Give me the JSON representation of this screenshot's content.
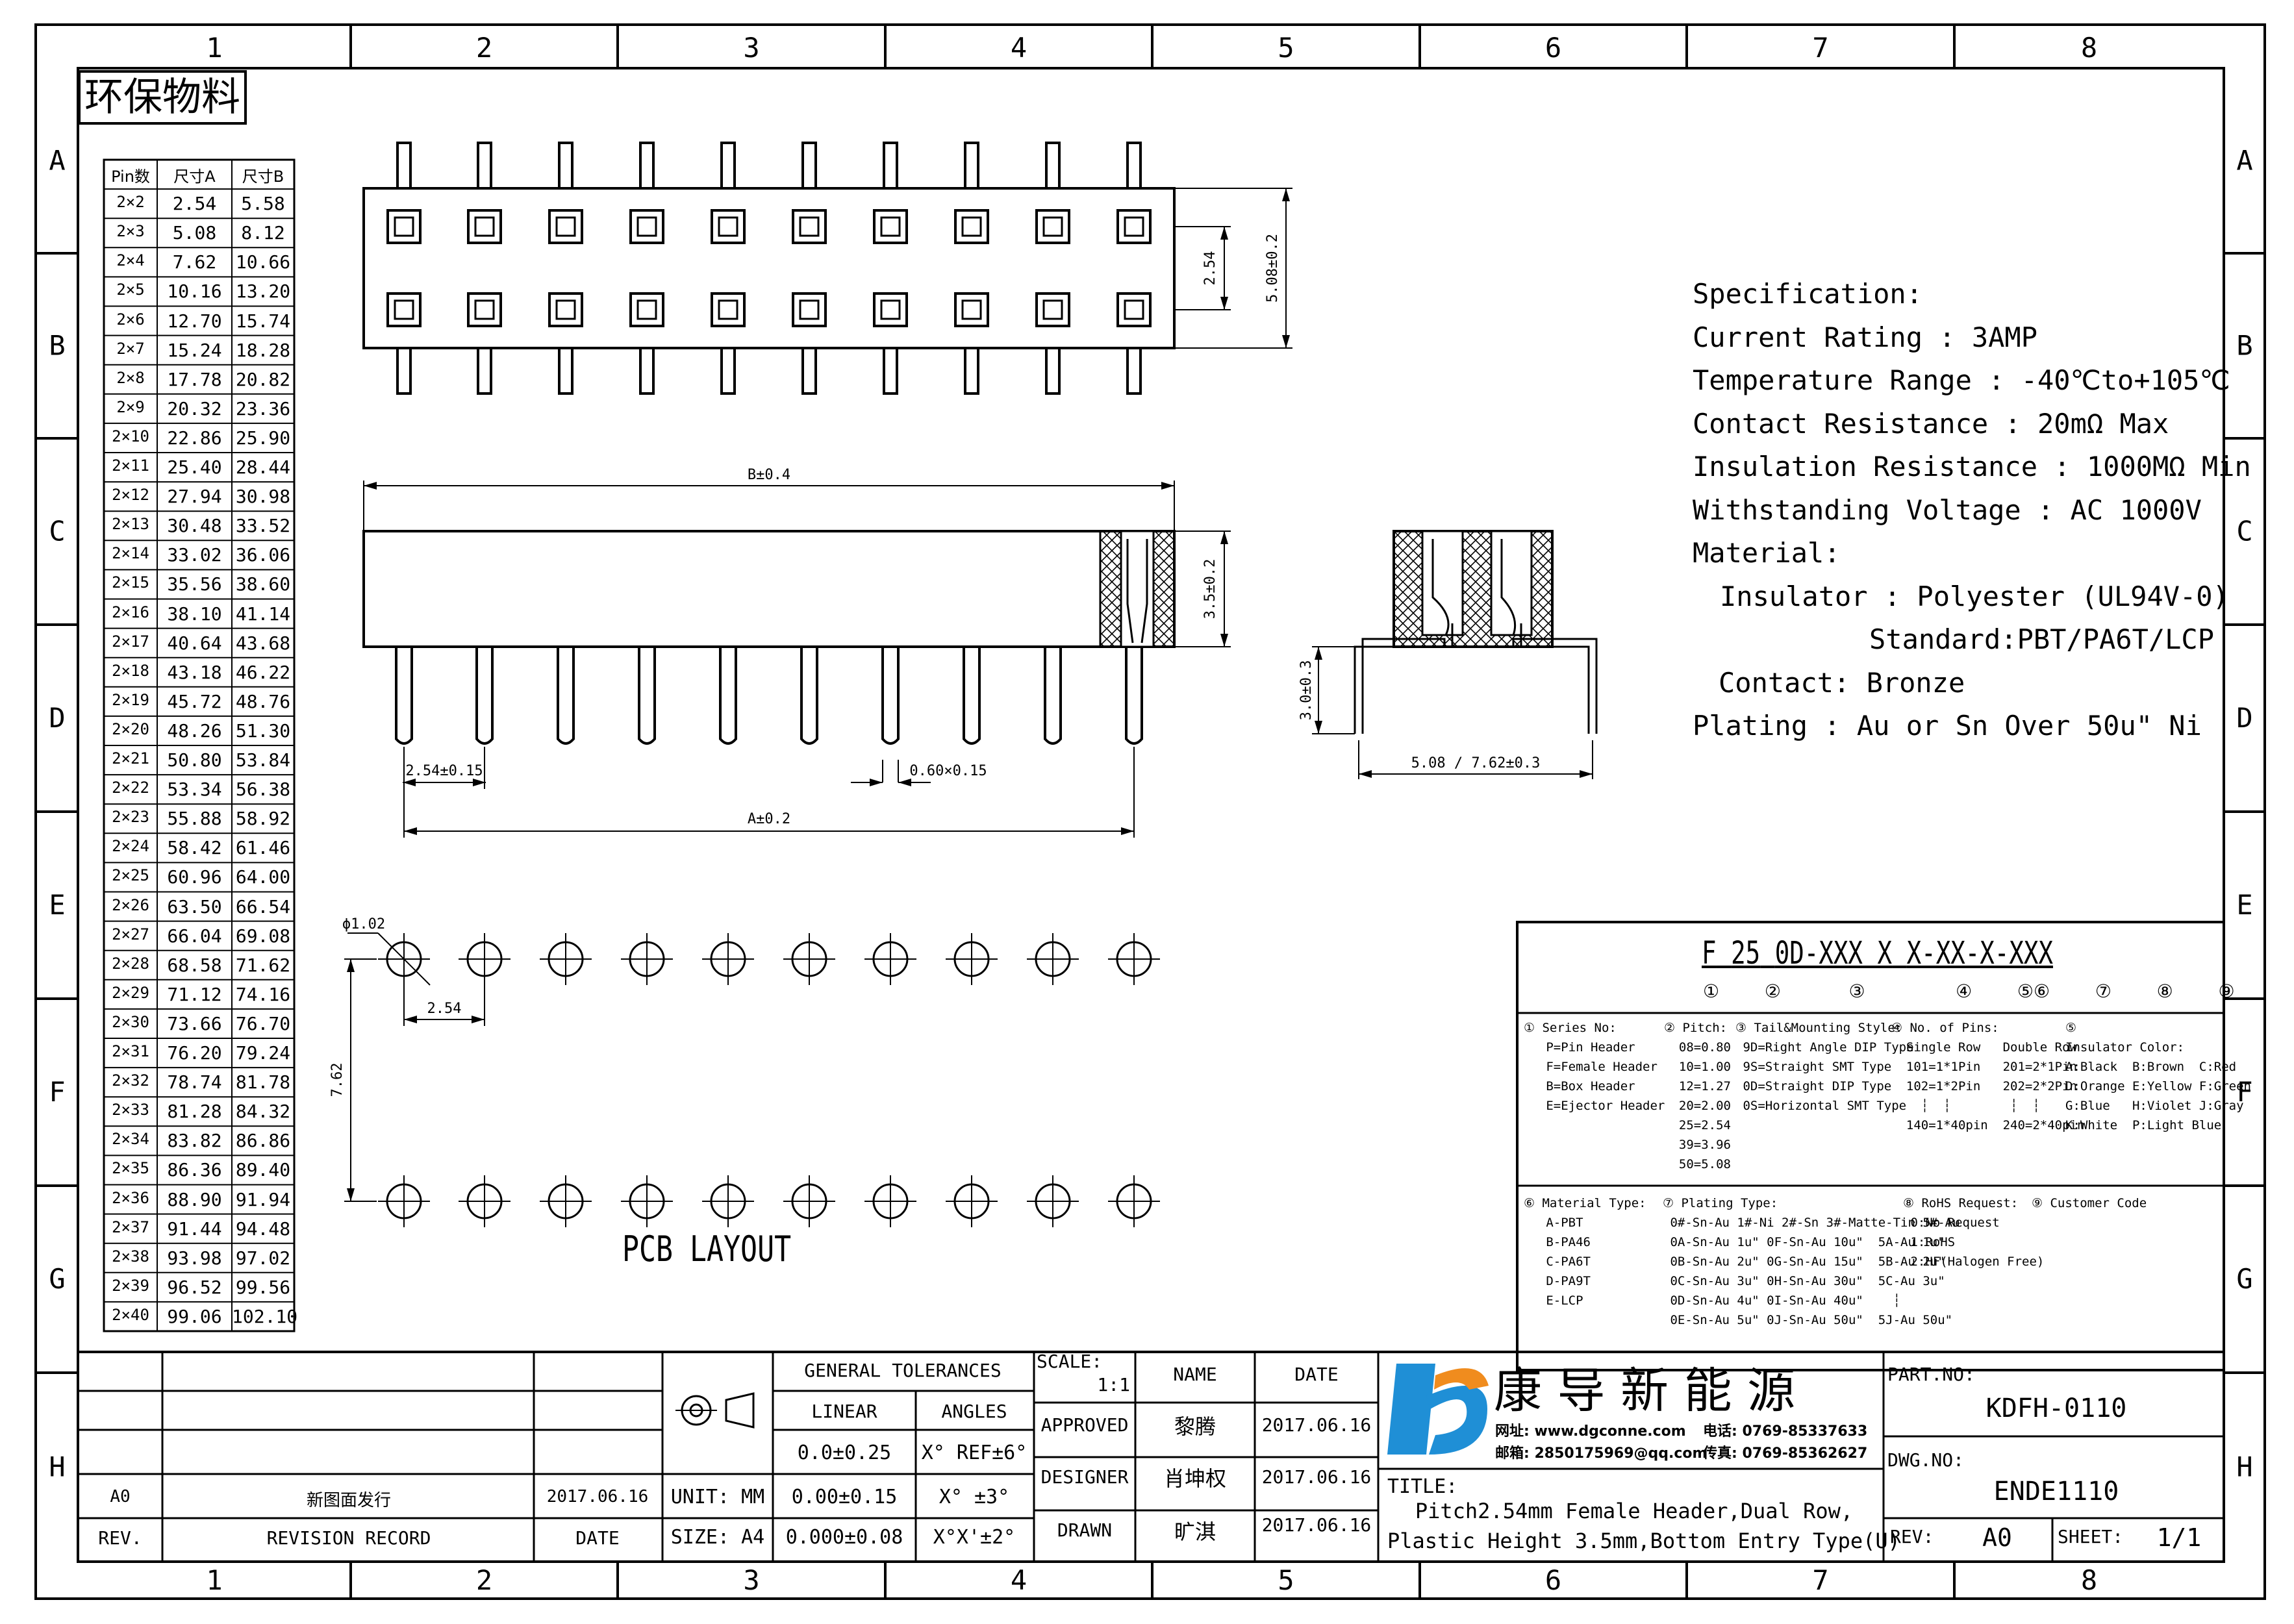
{
  "stamp": "环保物料",
  "zones": {
    "cols": [
      "1",
      "2",
      "3",
      "4",
      "5",
      "6",
      "7",
      "8"
    ],
    "rows": [
      "A",
      "B",
      "C",
      "D",
      "E",
      "F",
      "G",
      "H"
    ]
  },
  "pin_table": {
    "headers": [
      "Pin数",
      "尺寸A",
      "尺寸B"
    ],
    "rows": [
      [
        "2×2",
        "2.54",
        "5.58"
      ],
      [
        "2×3",
        "5.08",
        "8.12"
      ],
      [
        "2×4",
        "7.62",
        "10.66"
      ],
      [
        "2×5",
        "10.16",
        "13.20"
      ],
      [
        "2×6",
        "12.70",
        "15.74"
      ],
      [
        "2×7",
        "15.24",
        "18.28"
      ],
      [
        "2×8",
        "17.78",
        "20.82"
      ],
      [
        "2×9",
        "20.32",
        "23.36"
      ],
      [
        "2×10",
        "22.86",
        "25.90"
      ],
      [
        "2×11",
        "25.40",
        "28.44"
      ],
      [
        "2×12",
        "27.94",
        "30.98"
      ],
      [
        "2×13",
        "30.48",
        "33.52"
      ],
      [
        "2×14",
        "33.02",
        "36.06"
      ],
      [
        "2×15",
        "35.56",
        "38.60"
      ],
      [
        "2×16",
        "38.10",
        "41.14"
      ],
      [
        "2×17",
        "40.64",
        "43.68"
      ],
      [
        "2×18",
        "43.18",
        "46.22"
      ],
      [
        "2×19",
        "45.72",
        "48.76"
      ],
      [
        "2×20",
        "48.26",
        "51.30"
      ],
      [
        "2×21",
        "50.80",
        "53.84"
      ],
      [
        "2×22",
        "53.34",
        "56.38"
      ],
      [
        "2×23",
        "55.88",
        "58.92"
      ],
      [
        "2×24",
        "58.42",
        "61.46"
      ],
      [
        "2×25",
        "60.96",
        "64.00"
      ],
      [
        "2×26",
        "63.50",
        "66.54"
      ],
      [
        "2×27",
        "66.04",
        "69.08"
      ],
      [
        "2×28",
        "68.58",
        "71.62"
      ],
      [
        "2×29",
        "71.12",
        "74.16"
      ],
      [
        "2×30",
        "73.66",
        "76.70"
      ],
      [
        "2×31",
        "76.20",
        "79.24"
      ],
      [
        "2×32",
        "78.74",
        "81.78"
      ],
      [
        "2×33",
        "81.28",
        "84.32"
      ],
      [
        "2×34",
        "83.82",
        "86.86"
      ],
      [
        "2×35",
        "86.36",
        "89.40"
      ],
      [
        "2×36",
        "88.90",
        "91.94"
      ],
      [
        "2×37",
        "91.44",
        "94.48"
      ],
      [
        "2×38",
        "93.98",
        "97.02"
      ],
      [
        "2×39",
        "96.52",
        "99.56"
      ],
      [
        "2×40",
        "99.06",
        "102.10"
      ]
    ]
  },
  "dims": {
    "pitch_v": "2.54",
    "height_top": "5.08±0.2",
    "b_len": "B±0.4",
    "body_h": "3.5±0.2",
    "pitch_h": "2.54±0.15",
    "pin_w": "0.60×0.15",
    "a_len": "A±0.2",
    "side_h": "3.0±0.3",
    "side_w": "5.08 / 7.62±0.3",
    "hole": "ϕ1.02",
    "pcb_pitch": "2.54",
    "pcb_row": "7.62"
  },
  "pcb_label": "PCB LAYOUT",
  "spec": {
    "title": "Specification:",
    "current": "Current Rating : 3AMP",
    "temp": "Temperature Range : -40℃to+105℃",
    "contact_res": "Contact Resistance : 20mΩ Max",
    "insul_res": "Insulation Resistance : 1000MΩ Min",
    "voltage": "Withstanding Voltage : AC 1000V",
    "material": "Material:",
    "insulator": "Insulator : Polyester (UL94V-0)",
    "standard": "Standard:PBT/PA6T/LCP",
    "contact": "Contact: Bronze",
    "plating": "Plating : Au or Sn Over 50u\" Ni"
  },
  "partcode": {
    "segments": [
      "F",
      "25",
      "0D-XXX",
      "X",
      "X-XX-X-XXX"
    ],
    "circles": [
      "①",
      "②",
      "③",
      "④",
      "⑤⑥",
      "⑦",
      "⑧",
      "⑨"
    ],
    "series": "① Series No:\n   P=Pin Header\n   F=Female Header\n   B=Box Header\n   E=Ejector Header",
    "pitch": "② Pitch:\n  08=0.80\n  10=1.00\n  12=1.27\n  20=2.00\n  25=2.54\n  39=3.96\n  50=5.08",
    "tail": "③ Tail&Mounting Style:\n 9D=Right Angle DIP Type\n 9S=Straight SMT Type\n 0D=Straight DIP Type\n 0S=Horizontal SMT Type",
    "pins": "④ No. of Pins:\n  Single Row   Double Row\n  101=1*1Pin   201=2*1Pin\n  102=1*2Pin   202=2*2Pin\n    ┆  ┆        ┆  ┆\n  140=1*40pin  240=2*40pin",
    "color": "⑤\nInsulator Color:\nA:Black  B:Brown  C:Red\nD:Orange E:Yellow F:Green\nG:Blue   H:Violet J:Gray\nK:White  P:Light Blue",
    "mat": "⑥ Material Type:\n   A-PBT\n   B-PA46\n   C-PA6T\n   D-PA9T\n   E-LCP",
    "plating": "⑦ Plating Type:\n 0#-Sn-Au 1#-Ni 2#-Sn 3#-Matte-Tin 5#-Au\n 0A-Sn-Au 1u\" 0F-Sn-Au 10u\"  5A-Au 1u\"\n 0B-Sn-Au 2u\" 0G-Sn-Au 15u\"  5B-Au 2u\"\n 0C-Sn-Au 3u\" 0H-Sn-Au 30u\"  5C-Au 3u\"\n 0D-Sn-Au 4u\" 0I-Sn-Au 40u\"    ┆\n 0E-Sn-Au 5u\" 0J-Sn-Au 50u\"  5J-Au 50u\"",
    "rohs": "⑧ RoHS Request:\n 0:No Request\n 1:RoHS\n 2:HF(Halogen Free)",
    "customer": "⑨ Customer Code"
  },
  "titleblock": {
    "rev_row": {
      "rev": "A0",
      "record": "新图面发行",
      "date": "2017.06.16"
    },
    "rev_hdr": {
      "rev": "REV.",
      "record": "REVISION RECORD",
      "date": "DATE"
    },
    "unit": "UNIT: MM",
    "size": "SIZE: A4",
    "tol_title": "GENERAL TOLERANCES",
    "linear": "LINEAR",
    "angles": "ANGLES",
    "lin": [
      "0.0±0.25",
      "0.00±0.15",
      "0.000±0.08"
    ],
    "ang": [
      "X° REF±6°",
      "X° ±3°",
      "X°X'±2°"
    ],
    "scale_lbl": "SCALE:",
    "scale": "1:1",
    "name": "NAME",
    "date": "DATE",
    "approved": "APPROVED",
    "designer": "DESIGNER",
    "drawn": "DRAWN",
    "appr_name": "黎腾",
    "appr_date": "2017.06.16",
    "des_name": "肖坤权",
    "des_date": "2017.06.16",
    "drn_name": "旷淇",
    "drn_date": "2017.06.16",
    "company": "康 导 新 能 源",
    "web": "网址: www.dgconne.com",
    "tel": "电话: 0769-85337633",
    "email": "邮箱: 2850175969@qq.com",
    "fax": "传真: 0769-85362627",
    "title_lbl": "TITLE:",
    "title1": "Pitch2.54mm Female Header,Dual Row,",
    "title2": "Plastic Height 3.5mm,Bottom Entry Type(U)",
    "partno_lbl": "PART.NO:",
    "partno": "KDFH-0110",
    "dwgno_lbl": "DWG.NO:",
    "dwgno": "ENDE1110",
    "rev_lbl": "REV:",
    "rev": "A0",
    "sheet_lbl": "SHEET:",
    "sheet": "1/1"
  },
  "colors": {
    "logo_blue": "#1f8fd6",
    "logo_orange": "#f08c1e",
    "line": "#000000"
  }
}
